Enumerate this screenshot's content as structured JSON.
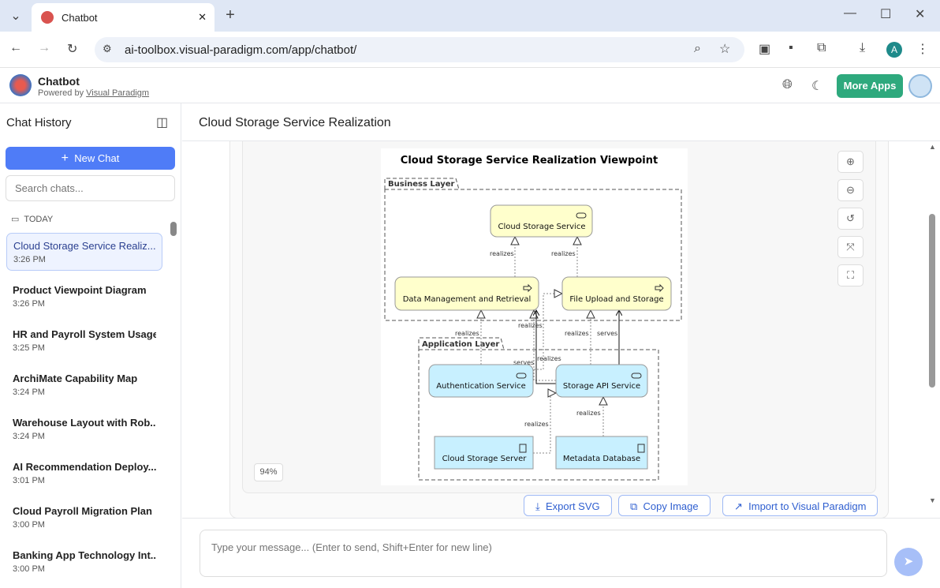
{
  "browser": {
    "tab_title": "Chatbot",
    "url": "ai-toolbox.visual-paradigm.com/app/chatbot/",
    "profile_initial": "A"
  },
  "app": {
    "title": "Chatbot",
    "powered_prefix": "Powered by",
    "powered_link": "Visual Paradigm",
    "more_apps": "More Apps"
  },
  "sidebar": {
    "title": "Chat History",
    "new_chat": "New Chat",
    "search_placeholder": "Search chats...",
    "section": "TODAY",
    "items": [
      {
        "title": "Cloud Storage Service Realiz...",
        "time": "3:26 PM"
      },
      {
        "title": "Product Viewpoint Diagram",
        "time": "3:26 PM"
      },
      {
        "title": "HR and Payroll System Usage",
        "time": "3:25 PM"
      },
      {
        "title": "ArchiMate Capability Map",
        "time": "3:24 PM"
      },
      {
        "title": "Warehouse Layout with Rob...",
        "time": "3:24 PM"
      },
      {
        "title": "AI Recommendation Deploy...",
        "time": "3:01 PM"
      },
      {
        "title": "Cloud Payroll Migration Plan",
        "time": "3:00 PM"
      },
      {
        "title": "Banking App Technology Int...",
        "time": "3:00 PM"
      }
    ]
  },
  "main": {
    "title": "Cloud Storage Service Realization",
    "zoom": "94%",
    "actions": [
      "Export SVG",
      "Copy Image",
      "Import to Visual Paradigm"
    ],
    "input_placeholder": "Type your message... (Enter to send, Shift+Enter for new line)"
  },
  "diagram": {
    "title": "Cloud Storage Service Realization Viewpoint",
    "business_layer": "Business Layer",
    "application_layer": "Application Layer",
    "nodes": {
      "css": "Cloud Storage Service",
      "dmr": "Data Management and Retrieval",
      "fus": "File Upload and Storage",
      "auth": "Authentication Service",
      "api": "Storage API Service",
      "server": "Cloud Storage Server",
      "db": "Metadata Database"
    },
    "edge_realizes": "realizes",
    "edge_serves": "serves",
    "colors": {
      "business": "#ffffcc",
      "application": "#c8f0ff"
    }
  }
}
